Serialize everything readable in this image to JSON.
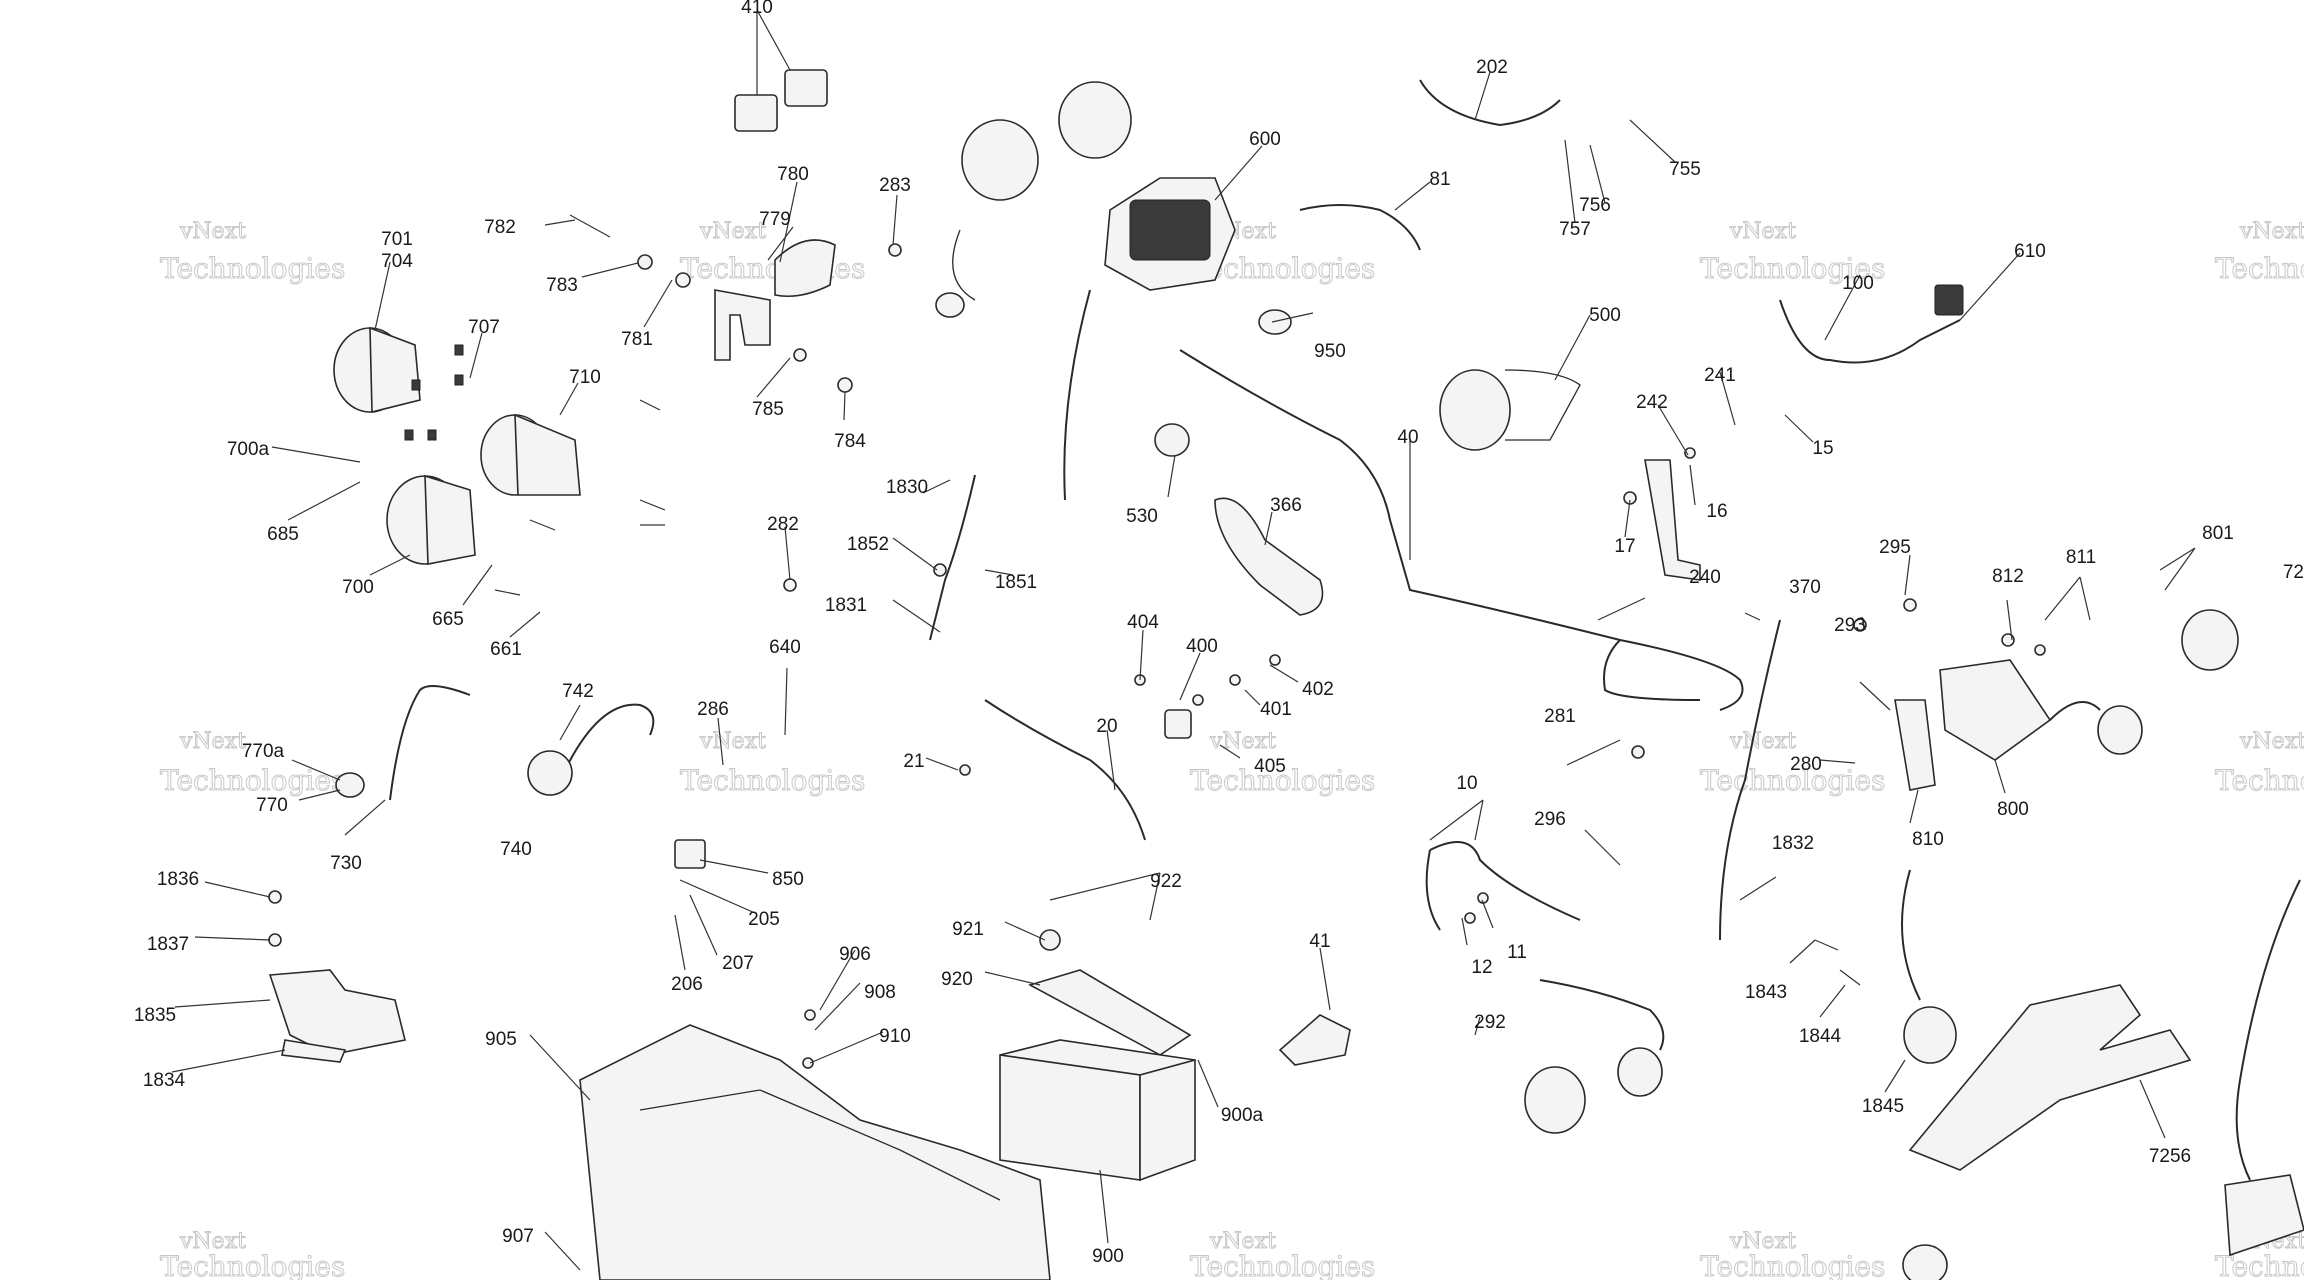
{
  "diagram": {
    "watermark": {
      "line1": "vNext",
      "line2": "Technologies",
      "short": "vNext Technologies"
    },
    "labels": [
      "410",
      "202",
      "600",
      "755",
      "756",
      "757",
      "81",
      "283",
      "780",
      "779",
      "782",
      "783",
      "781",
      "701",
      "704",
      "707",
      "710",
      "785",
      "784",
      "700a",
      "685",
      "700",
      "665",
      "661",
      "950",
      "500",
      "40",
      "100",
      "610",
      "241",
      "242",
      "15",
      "16",
      "17",
      "240",
      "530",
      "366",
      "1830",
      "1852",
      "1851",
      "1831",
      "282",
      "404",
      "400",
      "402",
      "401",
      "405",
      "20",
      "21",
      "640",
      "742",
      "740",
      "286",
      "770a",
      "770",
      "730",
      "370",
      "295",
      "812",
      "811",
      "801",
      "293",
      "281",
      "280",
      "10",
      "296",
      "11",
      "12",
      "1832",
      "1843",
      "1844",
      "1845",
      "7256",
      "800",
      "810",
      "1836",
      "1837",
      "1835",
      "1834",
      "850",
      "205",
      "207",
      "206",
      "922",
      "921",
      "920",
      "906",
      "908",
      "910",
      "905",
      "907",
      "900",
      "900a",
      "41",
      "292",
      "72"
    ]
  }
}
